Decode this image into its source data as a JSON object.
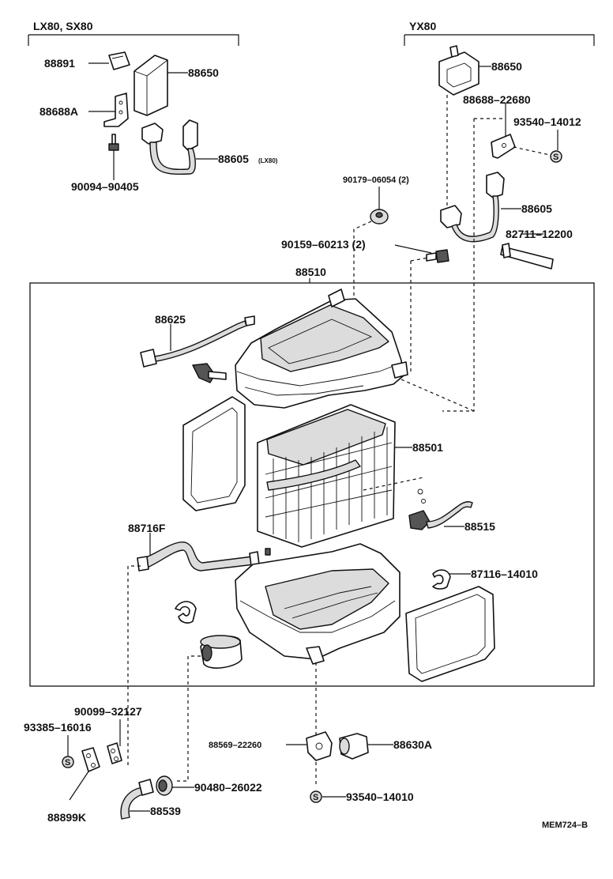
{
  "groups": {
    "left": "LX80, SX80",
    "right": "YX80"
  },
  "parts": {
    "p88891": "88891",
    "p88650_left": "88650",
    "p88688A": "88688A",
    "p88605_left": "88605",
    "p88605_left_note": "(LX80)",
    "p90094": "90094–90405",
    "p88650_right": "88650",
    "p88688_22680": "88688–22680",
    "p93540_14012": "93540–14012",
    "p90179": "90179–06054 (2)",
    "p88605_right": "88605",
    "p90159": "90159–60213 (2)",
    "p82711": "82711–12200",
    "p88510": "88510",
    "p88625": "88625",
    "p88501": "88501",
    "p88515": "88515",
    "p88716F": "88716F",
    "p87116": "87116–14010",
    "p90099": "90099–32127",
    "p93385": "93385–16016",
    "p88569": "88569–22260",
    "p88630A": "88630A",
    "p90480": "90480–26022",
    "p93540_14010": "93540–14010",
    "p88899K": "88899K",
    "p88539": "88539"
  },
  "symbols": {
    "s1": "S",
    "s2": "S",
    "s3": "S"
  },
  "footer": {
    "code": "MEM724–B"
  }
}
